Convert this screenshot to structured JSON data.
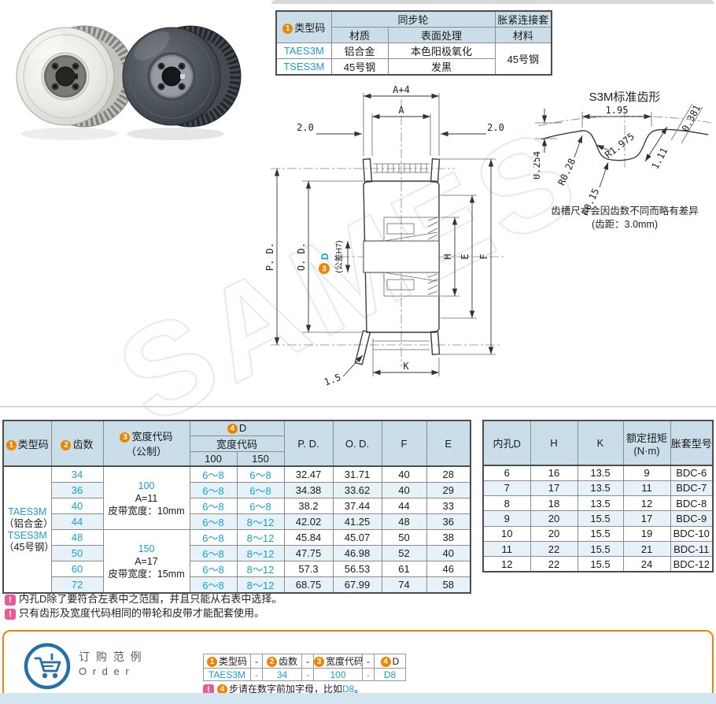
{
  "watermark": "SAMES",
  "spec_table": {
    "badge1": "1",
    "h_type": "类型码",
    "h_sync": "同步轮",
    "h_sleeve": "胀紧连接套",
    "h_material": "材质",
    "h_surface": "表面处理",
    "h_sleeve_mat": "材料",
    "rows": [
      {
        "code": "TAES3M",
        "material": "铝合金",
        "surface": "本色阳极氧化"
      },
      {
        "code": "TSES3M",
        "material": "45号钢",
        "surface": "发黑"
      }
    ],
    "sleeve_material_value": "45号钢"
  },
  "drawing": {
    "a4": "A+4",
    "a": "A",
    "g_left": "2.0",
    "g_right": "2.0",
    "pd": "P. D.",
    "od": "O. D.",
    "d_badge": "3",
    "d": "D",
    "tol": "(公差H7)",
    "h": "H",
    "e": "E",
    "f": "F",
    "k": "K",
    "t": "1.5"
  },
  "tooth": {
    "title": "S3M标准齿形",
    "d_top": "1.95",
    "d_angle": "0.381",
    "d_depth": "0.254",
    "r1": "R0.28",
    "r2": "R1.975",
    "d_side": "1.11",
    "r3": "R0.15",
    "note1": "齿槽尺寸会因齿数不同而略有差异",
    "note2": "(齿距：3.0mm)"
  },
  "main_table": {
    "b1": "1",
    "b2": "2",
    "b3": "3",
    "b4": "4",
    "h_type": "类型码",
    "h_teeth": "齿数",
    "h_width1": "宽度代码",
    "h_width2": "（公制）",
    "h_d": "D",
    "h_width_code": "宽度代码",
    "h_100": "100",
    "h_150": "150",
    "h_pd": "P. D.",
    "h_od": "O. D.",
    "h_f": "F",
    "h_e": "E",
    "type_groups": [
      {
        "code": "TAES3M",
        "mat": "（铝合金）"
      },
      {
        "code": "TSES3M",
        "mat": "（45号钢）"
      }
    ],
    "width_groups": [
      {
        "code": "100",
        "a": "A=11",
        "belt": "皮带宽度：10mm"
      },
      {
        "code": "150",
        "a": "A=17",
        "belt": "皮带宽度：15mm"
      }
    ],
    "rows": [
      {
        "teeth": "34",
        "d100": "6～8",
        "d150": "6～8",
        "pd": "32.47",
        "od": "31.71",
        "f": "40",
        "e": "28"
      },
      {
        "teeth": "36",
        "d100": "6～8",
        "d150": "6～8",
        "pd": "34.38",
        "od": "33.62",
        "f": "40",
        "e": "29"
      },
      {
        "teeth": "40",
        "d100": "6～8",
        "d150": "6～8",
        "pd": "38.2",
        "od": "37.44",
        "f": "44",
        "e": "33"
      },
      {
        "teeth": "44",
        "d100": "6～8",
        "d150": "8～12",
        "pd": "42.02",
        "od": "41.25",
        "f": "48",
        "e": "36"
      },
      {
        "teeth": "48",
        "d100": "6～8",
        "d150": "8～12",
        "pd": "45.84",
        "od": "45.07",
        "f": "50",
        "e": "38"
      },
      {
        "teeth": "50",
        "d100": "6～8",
        "d150": "8～12",
        "pd": "47.75",
        "od": "46.98",
        "f": "52",
        "e": "40"
      },
      {
        "teeth": "60",
        "d100": "6～8",
        "d150": "8～12",
        "pd": "57.3",
        "od": "56.53",
        "f": "61",
        "e": "46"
      },
      {
        "teeth": "72",
        "d100": "6～8",
        "d150": "8～12",
        "pd": "68.75",
        "od": "67.99",
        "f": "74",
        "e": "58"
      }
    ]
  },
  "bore_table": {
    "h_bore": "内孔D",
    "h_h": "H",
    "h_k": "K",
    "h_torque1": "额定扭矩",
    "h_torque2": "(N·m)",
    "h_sleeve": "胀套型号",
    "rows": [
      [
        "6",
        "16",
        "13.5",
        "9",
        "BDC-6"
      ],
      [
        "7",
        "17",
        "13.5",
        "11",
        "BDC-7"
      ],
      [
        "8",
        "18",
        "13.5",
        "12",
        "BDC-8"
      ],
      [
        "9",
        "20",
        "15.5",
        "17",
        "BDC-9"
      ],
      [
        "10",
        "20",
        "15.5",
        "19",
        "BDC-10"
      ],
      [
        "11",
        "22",
        "15.5",
        "21",
        "BDC-11"
      ],
      [
        "12",
        "22",
        "15.5",
        "24",
        "BDC-12"
      ]
    ]
  },
  "notes": {
    "warn": "!",
    "n1": "内孔D除了要符合左表中之范围，并且只能从右表中选择。",
    "n2": "只有齿形及宽度代码相同的带轮和皮带才能配套使用。"
  },
  "order": {
    "title_cn": "订 购 范 例",
    "title_en": "O r d e r",
    "dash": "-",
    "b1": "1",
    "b2": "2",
    "b3": "3",
    "b4": "4",
    "c1": "类型码",
    "c2": "齿数",
    "c3": "宽度代码",
    "c4": "D",
    "v1": "TAES3M",
    "v2": "34",
    "v3": "100",
    "v4": "D8",
    "note_badge": "4",
    "note_text": "步请在数字前加字母，比如",
    "note_code": "D8",
    "note_end": "。"
  }
}
